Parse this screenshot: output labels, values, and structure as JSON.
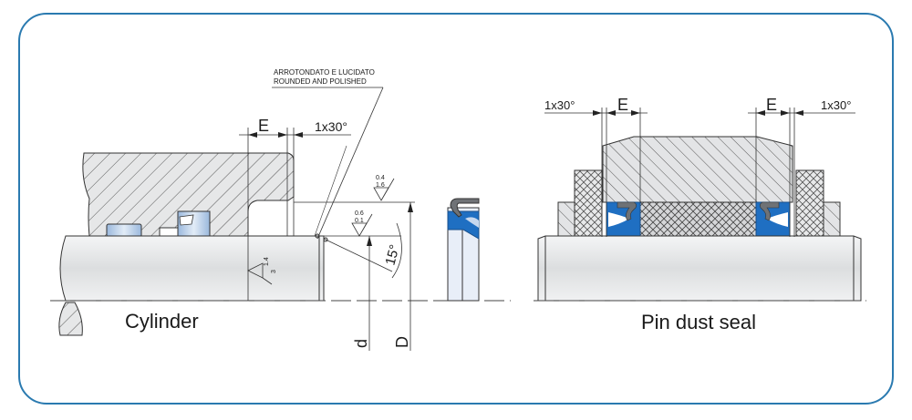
{
  "colors": {
    "frame": "#2a7ab0",
    "seal_blue": "#1f6fc2",
    "metal_fill": "#e4e6e8",
    "rod_fill": "#e8e9ea",
    "line": "#222222"
  },
  "left_drawing": {
    "caption": "Cylinder",
    "note_line1": "ARROTONDATO E LUCIDATO",
    "note_line2": "ROUNDED AND POLISHED",
    "dim_E": "E",
    "dim_chamfer": "1x30°",
    "roughness_top_1": "0.4",
    "roughness_top_2": "1.6",
    "roughness_mid_1": "0.6",
    "roughness_mid_2": "0.1",
    "roughness_rod_1": "1.4",
    "roughness_rod_2": "3",
    "angle": "15°",
    "dim_d": "d",
    "dim_D": "D"
  },
  "right_drawing": {
    "caption": "Pin dust seal",
    "dim_chamfer_left": "1x30°",
    "dim_E_left": "E",
    "dim_E_right": "E",
    "dim_chamfer_right": "1x30°"
  },
  "icons": {
    "seal_profile": "wiper-seal-section"
  }
}
